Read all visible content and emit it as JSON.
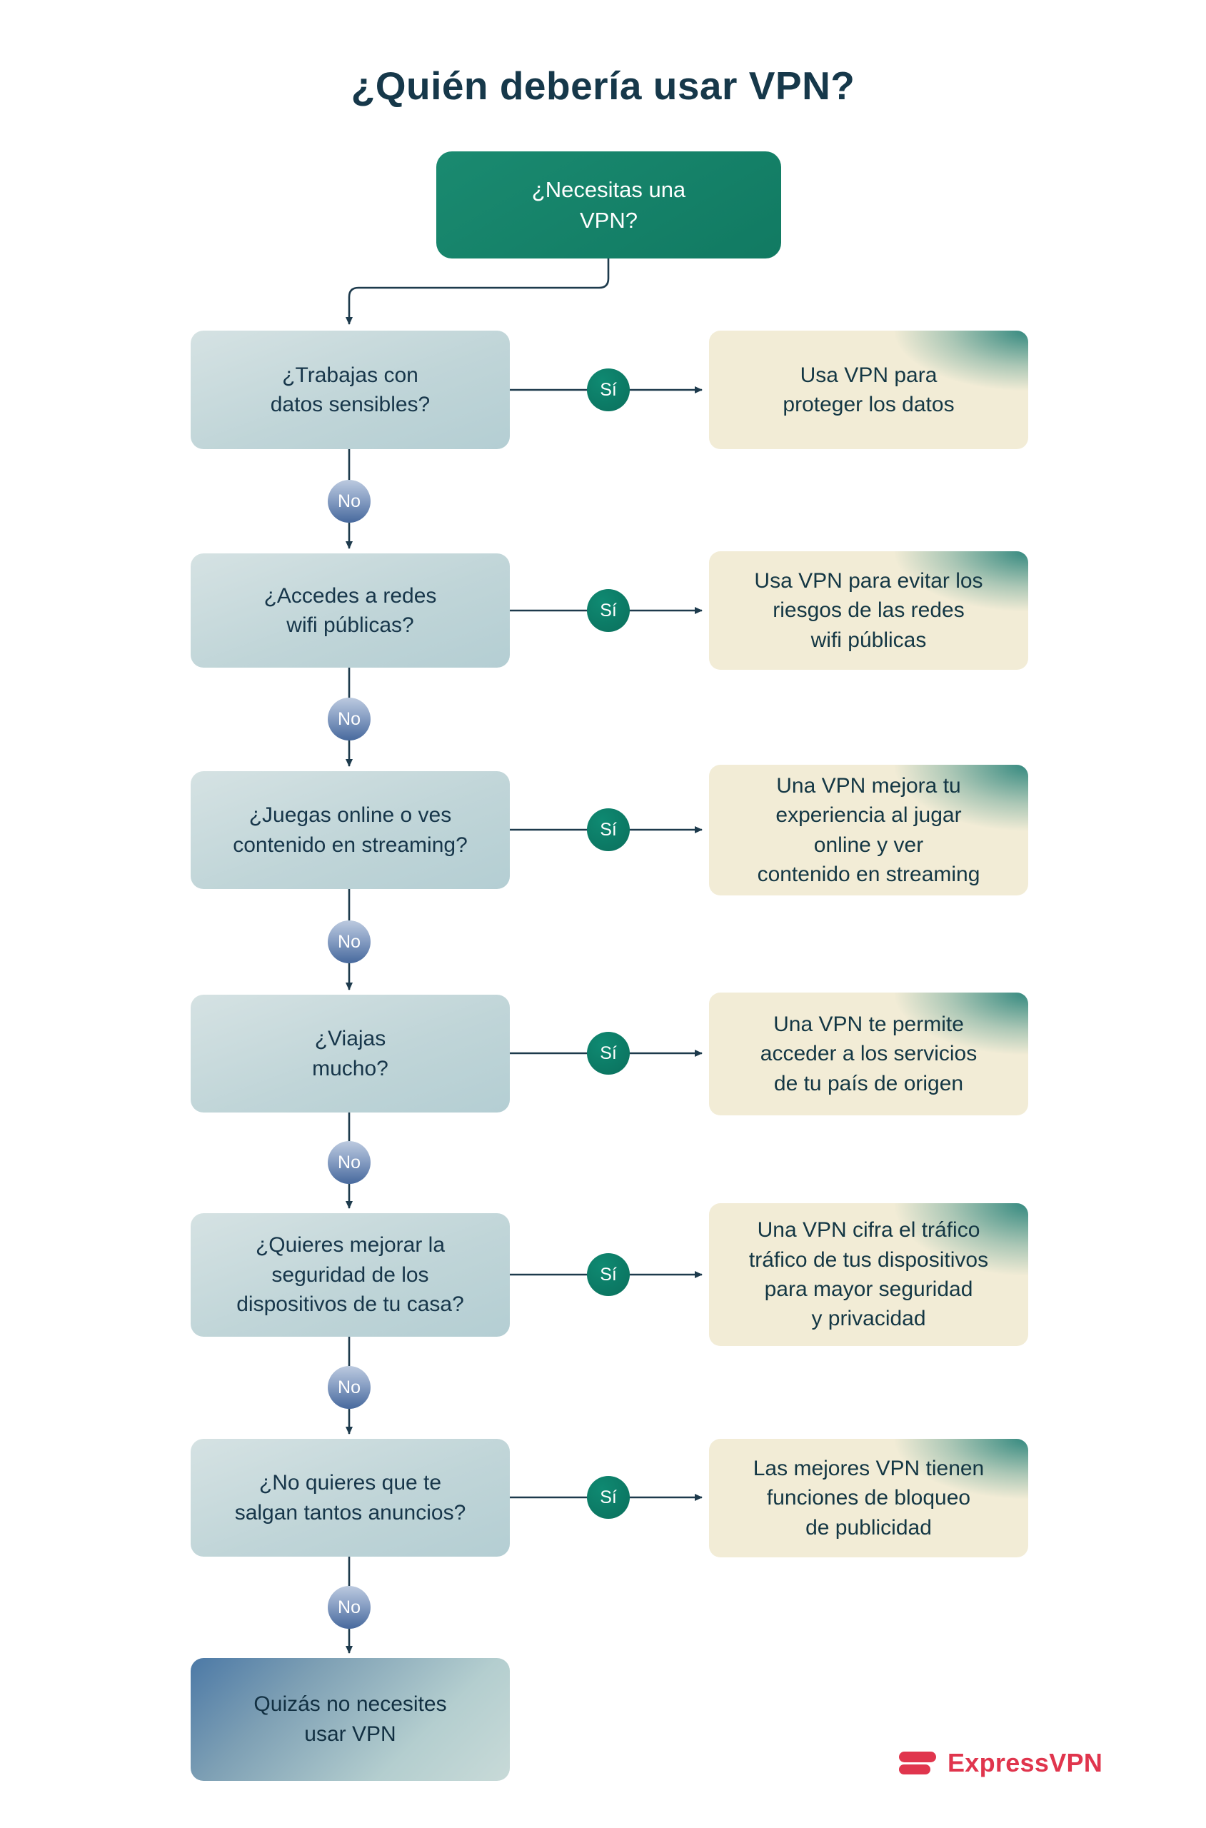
{
  "title": "¿Quién debería usar VPN?",
  "start": {
    "label": "¿Necesitas una\nVPN?"
  },
  "yes_label": "Sí",
  "no_label": "No",
  "rows": [
    {
      "question": "¿Trabajas con\ndatos sensibles?",
      "answer": "Usa VPN para\nproteger los datos"
    },
    {
      "question": "¿Accedes a redes\nwifi públicas?",
      "answer": "Usa VPN para evitar los\nriesgos de las redes\nwifi públicas"
    },
    {
      "question": "¿Juegas online o ves\ncontenido en streaming?",
      "answer": "Una VPN mejora tu\nexperiencia al jugar\nonline y ver\ncontenido en streaming"
    },
    {
      "question": "¿Viajas\nmucho?",
      "answer": "Una VPN te permite\nacceder a los servicios\nde tu país de origen"
    },
    {
      "question": "¿Quieres mejorar la\nseguridad de los\ndispositivos de tu casa?",
      "answer": "Una VPN cifra el tráfico\ntráfico de tus dispositivos\npara mayor seguridad\ny privacidad"
    },
    {
      "question": "¿No quieres que te\nsalgan tantos anuncios?",
      "answer": "Las mejores VPN tienen\nfunciones de bloqueo\nde publicidad"
    }
  ],
  "final": {
    "label": "Quizás no necesites\nusar VPN"
  },
  "brand": {
    "name": "ExpressVPN",
    "icon": "expressvpn-logo-icon"
  },
  "colors": {
    "title_text": "#16384a",
    "start_box_green": "#117a62",
    "question_box_teal": "#c0d5d8",
    "answer_box_cream": "#f2ecd6",
    "answer_corner_teal": "#29837a",
    "yes_circle_green": "#0a6f5c",
    "no_circle_blue": "#47699d",
    "final_box_blue": "#4c79a6",
    "connector_line": "#1d3a4c",
    "brand_red": "#e0354d"
  }
}
